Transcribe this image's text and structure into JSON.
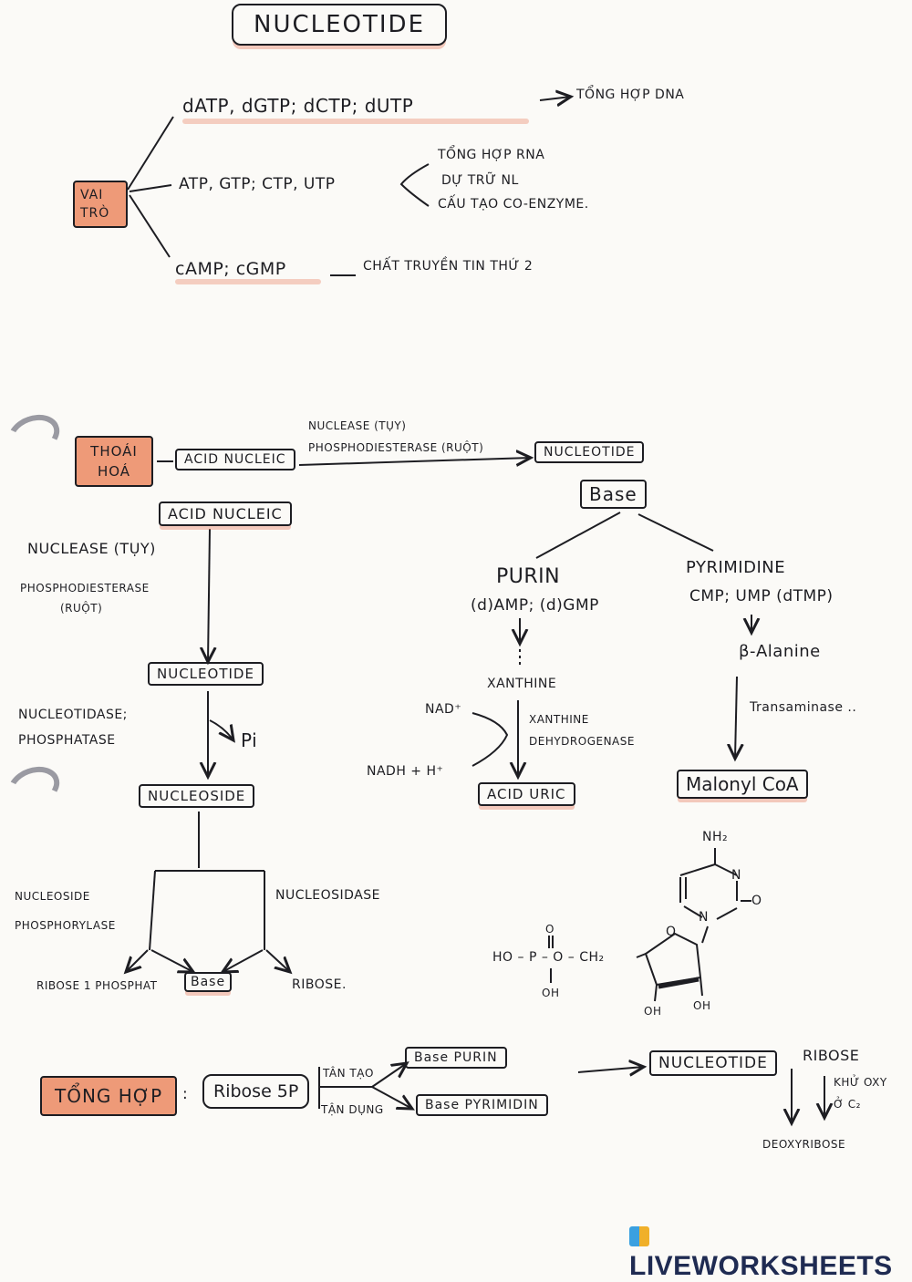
{
  "title": "NUCLEOTIDE",
  "vai_tro": {
    "label": "VAI TRÒ",
    "branch1": {
      "items": "dATP, dGTP; dCTP; dUTP",
      "result": "TỔNG HỢP DNA"
    },
    "branch2": {
      "items": "ATP, GTP; CTP, UTP",
      "results": [
        "TỔNG HỢP RNA",
        "DỰ TRỮ NL",
        "CẤU TẠO CO-ENZYME."
      ]
    },
    "branch3": {
      "items": "cAMP; cGMP",
      "result": "CHẤT TRUYỀN TIN THỨ 2"
    }
  },
  "thoai_hoa": {
    "label": "THOÁI HOÁ",
    "acid_nucleic_box": "ACID NUCLEIC",
    "enzyme_top_1": "NUCLEASE (TỤY)",
    "enzyme_top_2": "PHOSPHODIESTERASE (RUỘT)",
    "nucleotide_box": "NUCLEOTIDE",
    "acid_nucleic_main": "ACID NUCLEIC",
    "nuclease_left": "NUCLEASE (TỤY)",
    "phosphodiesterase_left": "PHOSPHODIESTERASE",
    "ruot_left": "(RUỘT)",
    "nucleotide_mid": "NUCLEOTIDE",
    "nucleotidase": "NUCLEOTIDASE;",
    "phosphatase": "PHOSPHATASE",
    "pi": "Pi",
    "nucleoside": "NUCLEOSIDE",
    "nucleoside_phosphorylase_1": "NUCLEOSIDE",
    "nucleoside_phosphorylase_2": "PHOSPHORYLASE",
    "nucleosidase": "NUCLEOSIDASE",
    "ribose_1_phosphat": "RIBOSE 1 PHOSPHAT",
    "base_small": "Base",
    "ribose": "RIBOSE.",
    "base_main": "Base",
    "purin": {
      "title": "PURIN",
      "examples": "(d)AMP; (d)GMP",
      "xanthine": "XANTHINE",
      "nad": "NAD⁺",
      "nadh": "NADH + H⁺",
      "enzyme_1": "XANTHINE",
      "enzyme_2": "DEHYDROGENASE",
      "product": "ACID URIC"
    },
    "pyrimidine": {
      "title": "PYRIMIDINE",
      "examples": "CMP; UMP (dTMP)",
      "alanine": "β-Alanine",
      "transaminase": "Transaminase ..",
      "product": "Malonyl CoA"
    },
    "structure": {
      "nh2": "NH₂",
      "n3": "N",
      "o_carbonyl": "O",
      "n1": "N",
      "phosphate_left": "HO – P – O – CH₂",
      "phosphate_top_o": "O",
      "phosphate_bottom": "OH",
      "ring_o": "O",
      "oh_3": "OH",
      "oh_2": "OH"
    }
  },
  "tong_hop": {
    "label": "TỔNG HỢP",
    "ribose_sp": "Ribose 5P",
    "tan_tao": "TÂN TẠO",
    "tan_dung": "TẬN DỤNG",
    "base_purin": "Base PURIN",
    "base_pyrimidin": "Base PYRIMIDIN",
    "nucleotide": "NUCLEOTIDE",
    "ribose": "RIBOSE",
    "khu_oxy_1": "KHỬ OXY",
    "khu_oxy_2": "Ở C₂",
    "deoxyribose": "DEOXYRIBOSE"
  },
  "watermark": "LIVEWORKSHEETS",
  "colors": {
    "highlight": "#ee9a78",
    "ink": "#1d1d22"
  }
}
